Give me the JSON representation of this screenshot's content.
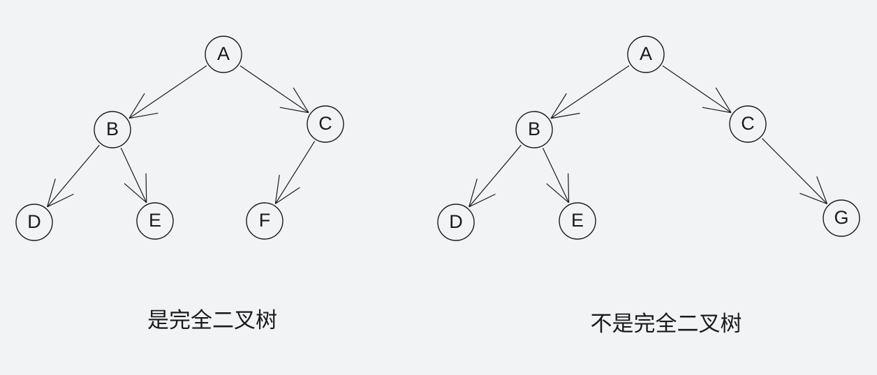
{
  "trees": [
    {
      "caption": "是完全二叉树",
      "nodes": [
        {
          "id": "A",
          "label": "A"
        },
        {
          "id": "B",
          "label": "B"
        },
        {
          "id": "C",
          "label": "C"
        },
        {
          "id": "D",
          "label": "D"
        },
        {
          "id": "E",
          "label": "E"
        },
        {
          "id": "F",
          "label": "F"
        }
      ],
      "edges": [
        [
          "A",
          "B"
        ],
        [
          "A",
          "C"
        ],
        [
          "B",
          "D"
        ],
        [
          "B",
          "E"
        ],
        [
          "C",
          "F"
        ]
      ]
    },
    {
      "caption": "不是完全二叉树",
      "nodes": [
        {
          "id": "A",
          "label": "A"
        },
        {
          "id": "B",
          "label": "B"
        },
        {
          "id": "C",
          "label": "C"
        },
        {
          "id": "D",
          "label": "D"
        },
        {
          "id": "E",
          "label": "E"
        },
        {
          "id": "G",
          "label": "G"
        }
      ],
      "edges": [
        [
          "A",
          "B"
        ],
        [
          "A",
          "C"
        ],
        [
          "B",
          "D"
        ],
        [
          "B",
          "E"
        ],
        [
          "C",
          "G"
        ]
      ]
    }
  ]
}
